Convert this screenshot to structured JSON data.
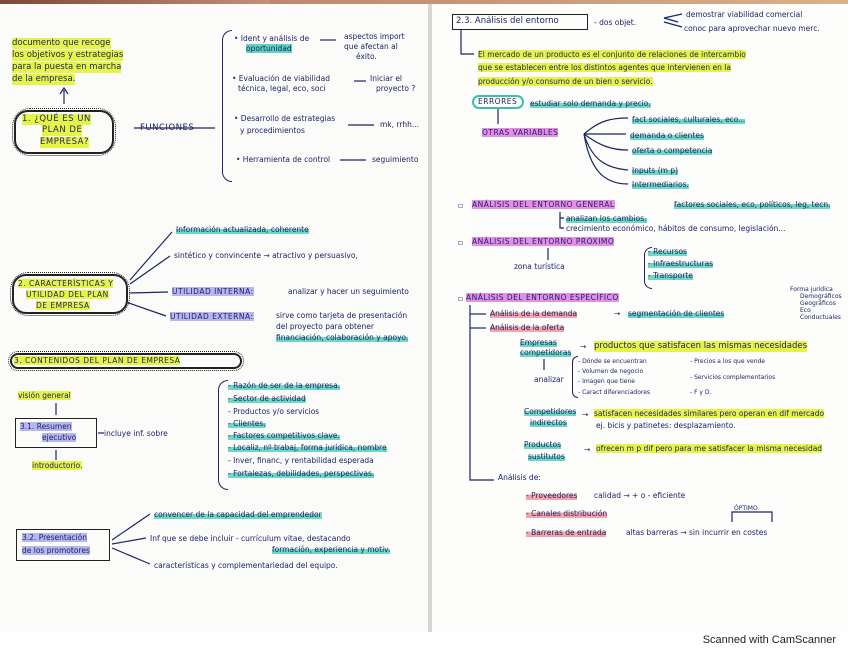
{
  "footer": {
    "watermark": "Scanned with CamScanner"
  },
  "left_page": {
    "section1": {
      "definition": [
        "documento que recoge",
        "los objetivos y estrategias",
        "para la puesta en marcha",
        "de la empresa."
      ],
      "title": [
        "1. ¿QUÉ ES UN",
        "PLAN DE",
        "EMPRESA?"
      ],
      "funciones_label": "FUNCIONES",
      "funciones": [
        {
          "text": [
            "• Ident y análisis de",
            "oportunidad"
          ],
          "result": [
            "aspectos import",
            "que afectan al",
            "éxito."
          ]
        },
        {
          "text": [
            "• Evaluación de viabilidad",
            "técnica, legal, eco, soci"
          ],
          "result": [
            "Iniciar el",
            "proyecto ?"
          ]
        },
        {
          "text": [
            "• Desarrollo de estrategias",
            "y procedimientos"
          ],
          "result": [
            "mk, rrhh..."
          ]
        },
        {
          "text": [
            "• Herramienta de control"
          ],
          "result": [
            "seguimiento"
          ]
        }
      ]
    },
    "section2": {
      "title": [
        "2. CARACTERÍSTICAS Y",
        "UTILIDAD DEL PLAN",
        "DE EMPRESA"
      ],
      "items": [
        {
          "text": "Información actualizada, coherente"
        },
        {
          "text": "sintético y convincente → atractivo y persuasivo,"
        },
        {
          "label": "UTILIDAD INTERNA:",
          "text": "analizar y hacer un seguimiento"
        },
        {
          "label": "UTILIDAD EXTERNA:",
          "text": [
            "sirve como tarjeta de presentación",
            "del proyecto para obtener",
            "financiación, colaboración y apoyo."
          ]
        }
      ]
    },
    "section3": {
      "title": "3. CONTENIDOS DEL PLAN DE EMPRESA",
      "resumen": {
        "box": [
          "3.1. Resumen",
          "ejecutivo"
        ],
        "above": "visión general",
        "below": "introductorio.",
        "connector": "incluye inf. sobre",
        "items": [
          "- Razón de ser de la empresa.",
          "- Sector de actividad",
          "- Productos y/o servicios",
          "- Clientes.",
          "- Factores competitivos clave.",
          "- Localiz, nº trabaj, forma jurídica, nombre",
          "- Inver, financ, y rentabilidad esperada",
          "- Fortalezas, debilidades, perspectivas."
        ]
      },
      "promotores": {
        "box": [
          "3.2. Presentación",
          "de los promotores"
        ],
        "items": [
          "convencer de la capacidad del emprendedor",
          "Inf que se debe incluir - currículum vitae, destacando",
          "formación, experiencia y motiv.",
          "características y complementariedad del equipo."
        ]
      }
    }
  },
  "right_page": {
    "header": {
      "title": "2.3. Análisis del entorno",
      "objectives_label": "- dos objet.",
      "objectives": [
        "demostrar viabilidad comercial",
        "conoc para aprovechar nuevo merc."
      ]
    },
    "mercado_def": [
      "El mercado de un producto es el conjunto de relaciones de intercambio",
      "que se establecen entre los distintos agentes que intervienen en la",
      "producción y/o consumo de un bien o servicio."
    ],
    "errores": {
      "label": "ERRORES",
      "text": "estudiar solo demanda y precio."
    },
    "otras_variables": {
      "label": "OTRAS VARIABLES",
      "items": [
        "fact sociales, culturales, eco...",
        "demanda o clientes",
        "oferta o competencia",
        "Inputs (m p)",
        "Intermediarios."
      ]
    },
    "general": {
      "label": "ANÁLISIS DEL ENTORNO GENERAL",
      "text": "factores sociales, eco, políticos, leg, tecn.",
      "subs": [
        "analizan los cambios.",
        "crecimiento económico, hábitos de consumo, legislación..."
      ]
    },
    "proximo": {
      "label": "ANÁLISIS DEL ENTORNO PRÓXIMO",
      "zone": "zona turística",
      "items": [
        "- Recursos",
        "- Infraestructuras",
        "- Transporte"
      ]
    },
    "especifico": {
      "label": "ANÁLISIS DEL ENTORNO ESPECÍFICO",
      "demanda": "Análisis de la demanda",
      "segmentacion": "segmentación de clientes",
      "segment_types": [
        "Forma jurídica",
        "Demográficos",
        "Geográficos",
        "Eco",
        "Conductuales"
      ],
      "oferta": "Análisis de la oferta",
      "empresas": {
        "label": [
          "Empresas",
          "competidoras"
        ],
        "text": "productos que satisfacen las mismas necesidades"
      },
      "analizar": "analizar",
      "analizar_left": [
        "- Dónde se encuentran",
        "- Volumen de negocio",
        "- Imagen que tiene",
        "- Caract diferenciadores"
      ],
      "analizar_right": [
        "- Precios a los que vende",
        "- Servicios complementarios",
        "- F y D."
      ],
      "indirectos": {
        "label": [
          "Competidores",
          "indirectos"
        ],
        "text": [
          "satisfacen necesidades similares pero operan en dif mercado",
          "ej. bicis y patinetes: desplazamiento."
        ]
      },
      "sustitutos": {
        "label": [
          "Productos",
          "sustitutos"
        ],
        "text": "ofrecen m p dif pero para me satisfacer la misma necesidad"
      },
      "analisis_de": {
        "label": "Análisis de:",
        "items": [
          {
            "label": "- Proveedores",
            "text": "calidad → + o - eficiente"
          },
          {
            "label": "- Canales distribución",
            "text": ""
          },
          {
            "label": "- Barreras de entrada",
            "text": "altas barreras → sin incurrir en costes"
          }
        ],
        "optimo": "ÓPTIMO"
      }
    }
  }
}
